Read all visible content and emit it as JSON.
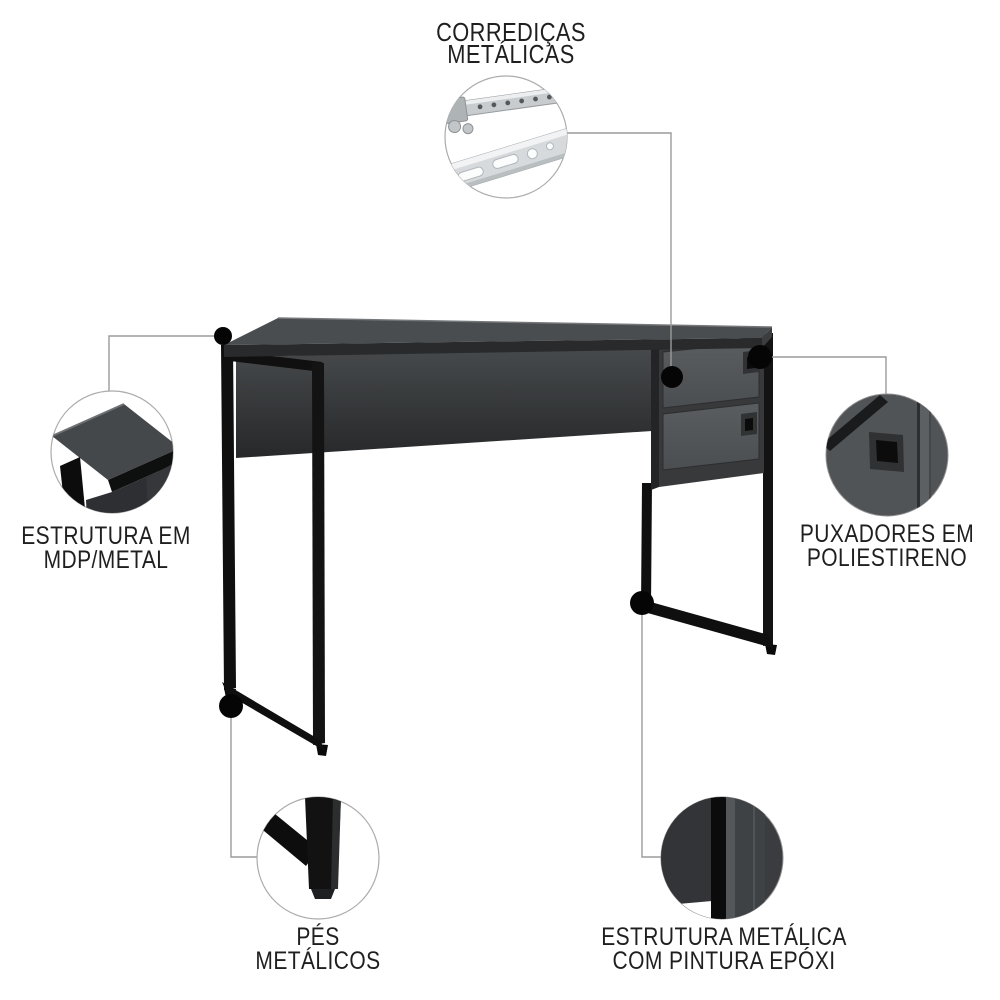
{
  "callouts": {
    "slides": {
      "lines": [
        "CORREDIÇAS",
        "METÁLICAS"
      ],
      "icon": "drawer-slide-rails"
    },
    "mdp_metal": {
      "lines": [
        "ESTRUTURA EM",
        "MDP/METAL"
      ],
      "icon": "desk-corner-closeup"
    },
    "handles": {
      "lines": [
        "PUXADORES EM",
        "POLIESTIRENO"
      ],
      "icon": "square-handle-closeup"
    },
    "feet": {
      "lines": [
        "PÉS",
        "METÁLICOS"
      ],
      "icon": "metal-foot-closeup"
    },
    "frame": {
      "lines": [
        "ESTRUTURA METÁLICA",
        "COM PINTURA EPÓXI"
      ],
      "icon": "leg-frame-closeup"
    }
  },
  "colors": {
    "background": "#ffffff",
    "label_text": "#1f1f1f",
    "connector_line": "#9b9b9b",
    "callout_dot": "#050505",
    "desk_top": "#4a4d4f",
    "desk_edge": "#282a2c",
    "modesty_panel": "#33363a",
    "drawer_front": "#55585b",
    "metal_frame": "#111111",
    "slide_metal": "#d7dadc"
  }
}
